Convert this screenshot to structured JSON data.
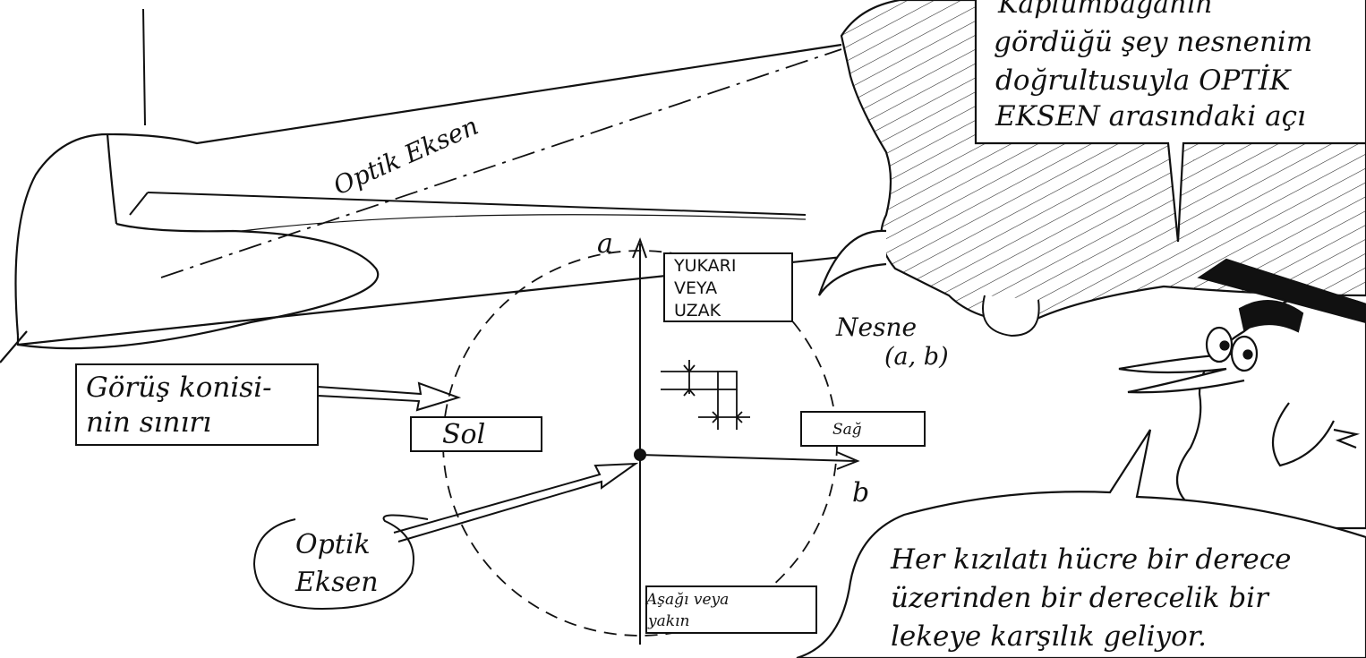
{
  "speech_top": {
    "lines": [
      "Kaplumbağanın",
      "gördüğü şey nesnenim",
      "doğrultusuyla OPTİK",
      "EKSEN arasındaki açı"
    ]
  },
  "labels": {
    "optik_eksen_axis": "Optik Eksen",
    "gorus_line1": "Görüş konisi-",
    "gorus_line2": "nin sınırı",
    "sol": "Sol",
    "sag": "Sağ",
    "yukari_line1": "YUKARI",
    "yukari_line2": "VEYA",
    "yukari_line3": "UZAK",
    "asagi_line1": "Aşağı veya",
    "asagi_line2": "yakın",
    "nesne": "Nesne",
    "nesne_coords": "(a, b)",
    "axis_a": "a",
    "axis_b": "b",
    "optik_bubble_line1": "Optik",
    "optik_bubble_line2": "Eksen"
  },
  "speech_bottom": {
    "lines": [
      "Her kızılatı hücre bir derece",
      "üzerinden bir derecelik bir",
      "lekeye karşılık geliyor."
    ]
  }
}
